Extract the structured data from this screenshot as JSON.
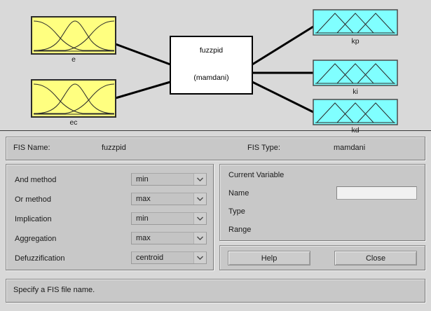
{
  "window": {
    "background": "#d8d8d8",
    "diagram_background": "#d9d9d9"
  },
  "diagram": {
    "system_box": {
      "title": "fuzzpid",
      "subtitle": "(mamdani)"
    },
    "inputs": [
      {
        "name": "e",
        "caption": "e",
        "color": "#ffff80",
        "mf_type": "gaussian",
        "mf_count": 3
      },
      {
        "name": "ec",
        "caption": "ec",
        "color": "#ffff80",
        "mf_type": "gaussian",
        "mf_count": 3
      }
    ],
    "outputs": [
      {
        "name": "kp",
        "caption": "kp",
        "color": "#80ffff",
        "mf_type": "triangular",
        "mf_count": 3
      },
      {
        "name": "ki",
        "caption": "ki",
        "color": "#80ffff",
        "mf_type": "triangular",
        "mf_count": 3
      },
      {
        "name": "kd",
        "caption": "kd",
        "color": "#80ffff",
        "mf_type": "triangular",
        "mf_count": 3
      }
    ]
  },
  "fis_strip": {
    "name_label": "FIS Name:",
    "name_value": "fuzzpid",
    "type_label": "FIS Type:",
    "type_value": "mamdani"
  },
  "options": [
    {
      "label": "And method",
      "value": "min"
    },
    {
      "label": "Or method",
      "value": "max"
    },
    {
      "label": "Implication",
      "value": "min"
    },
    {
      "label": "Aggregation",
      "value": "max"
    },
    {
      "label": "Defuzzification",
      "value": "centroid"
    }
  ],
  "current_variable": {
    "title": "Current Variable",
    "name_label": "Name",
    "name_value": "",
    "type_label": "Type",
    "type_value": "",
    "range_label": "Range",
    "range_value": ""
  },
  "buttons": {
    "help": "Help",
    "close": "Close"
  },
  "status": {
    "message": "Specify a FIS file name."
  },
  "icons": {
    "chevron_down": "chevron-down-icon"
  }
}
